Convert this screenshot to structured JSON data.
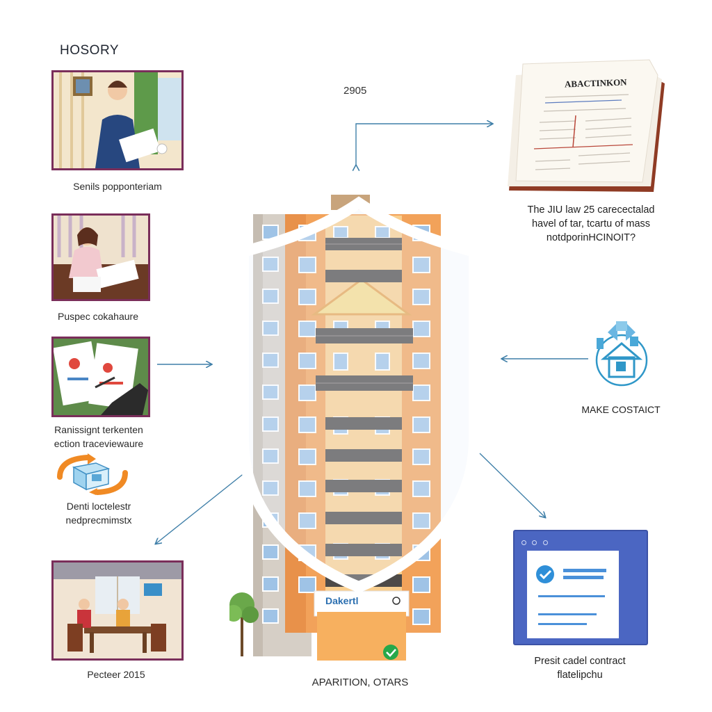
{
  "header": {
    "title": "HOSORY",
    "year": "2905"
  },
  "left_items": [
    {
      "label": "Senils popponteriam"
    },
    {
      "label": "Puspec cokahaure"
    },
    {
      "label": "Ranissignt terkenten\nection traceviewaure"
    },
    {
      "label": "Denti loctelestr\nnedprecmimstx"
    },
    {
      "label": "Pecteer 2015"
    }
  ],
  "document": {
    "title": "ABACTINKON",
    "caption": "The JIU law 25 carecectalad\nhavel of tar, tcartu of mass\nnotdporinHCINOIT?"
  },
  "contact": {
    "label": "MAKE COSTAICT"
  },
  "contract": {
    "caption": "Presit cadel contract\nflatelipchu"
  },
  "building": {
    "sign": "Dakertl",
    "caption": "APARITION, OTARS"
  },
  "colors": {
    "frame": "#7a2e5a",
    "arrow": "#3f7fa8",
    "building": "#f2a25a",
    "accent_blue": "#2f97c8"
  }
}
